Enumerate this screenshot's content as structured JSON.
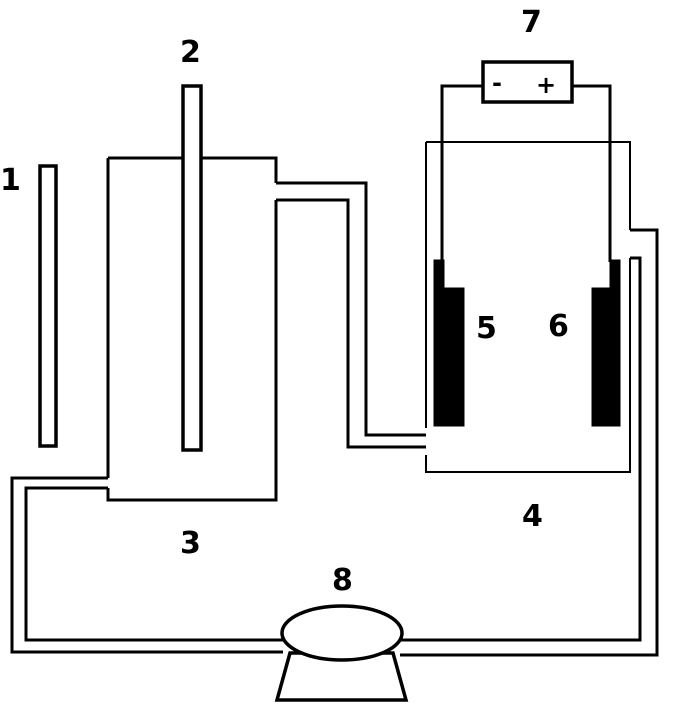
{
  "labels": {
    "l1": "1",
    "l2": "2",
    "l3": "3",
    "l4": "4",
    "l5": "5",
    "l6": "6",
    "l7": "7",
    "l8": "8"
  },
  "power_supply": {
    "negative": "-",
    "positive": "+"
  }
}
